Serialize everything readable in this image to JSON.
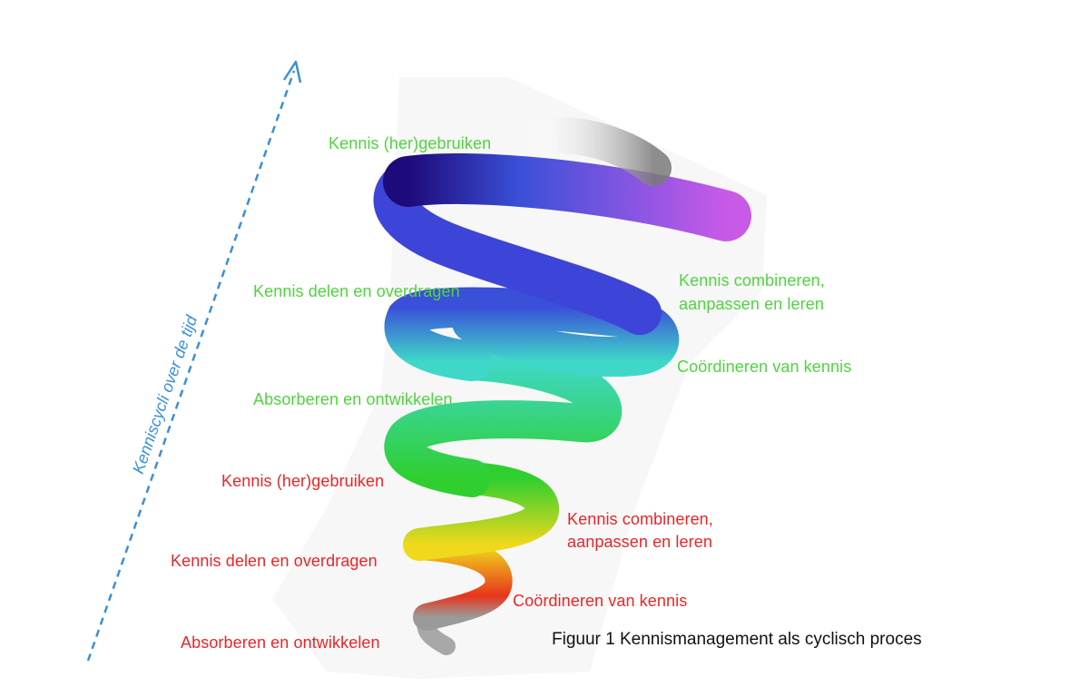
{
  "axis": {
    "label": "Kenniscycli over de tijd",
    "color": "#3a8fd9"
  },
  "upper_cycle": {
    "color": "#4fd43f",
    "labels": {
      "reuse": "Kennis (her)gebruiken",
      "share": "Kennis delen en overdragen",
      "combine_1": "Kennis combineren,",
      "combine_2": "aanpassen en leren",
      "coordinate": "Coördineren van kennis",
      "absorb": "Absorberen en ontwikkelen"
    }
  },
  "lower_cycle": {
    "color": "#e8262a",
    "labels": {
      "reuse": "Kennis (her)gebruiken",
      "combine_1": "Kennis combineren,",
      "combine_2": "aanpassen en leren",
      "share": "Kennis delen en overdragen",
      "coordinate": "Coördineren van kennis",
      "absorb": "Absorberen en ontwikkelen"
    }
  },
  "spiral": {
    "colors": [
      "#9a9a9a",
      "#e8341c",
      "#f0d81c",
      "#2fcf2f",
      "#3fd8c8",
      "#3a50d8",
      "#1e0a7a",
      "#c85ae8"
    ]
  },
  "caption": "Figuur 1 Kennismanagement als cyclisch proces"
}
